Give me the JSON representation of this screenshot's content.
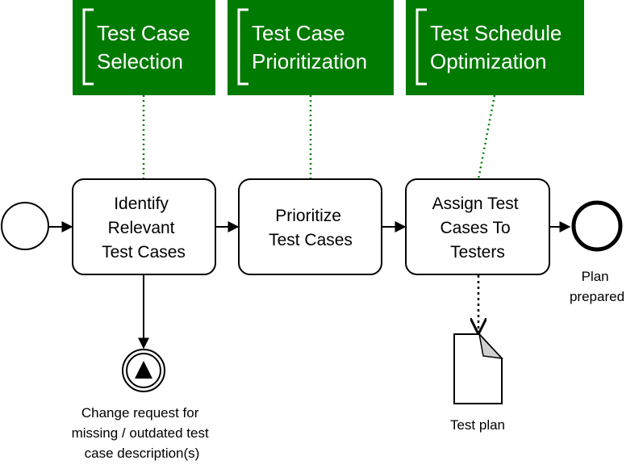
{
  "colors": {
    "annotation_fill": "#007a00",
    "annotation_text": "#ffffff",
    "stroke": "#000000",
    "association": "#008000"
  },
  "annotations": [
    {
      "lines": [
        "Test Case",
        "Selection"
      ]
    },
    {
      "lines": [
        "Test Case",
        "Prioritization"
      ]
    },
    {
      "lines": [
        "Test Schedule",
        "Optimization"
      ]
    }
  ],
  "tasks": [
    {
      "lines": [
        "Identify",
        "Relevant",
        "Test Cases"
      ]
    },
    {
      "lines": [
        "Prioritize",
        "Test Cases"
      ]
    },
    {
      "lines": [
        "Assign Test",
        "Cases To",
        "Testers"
      ]
    }
  ],
  "start_event": {
    "icon": "start-event-circle"
  },
  "end_event": {
    "lines": [
      "Plan",
      "prepared"
    ]
  },
  "escalation_event": {
    "icon": "escalation-triangle-icon",
    "lines": [
      "Change request for",
      "missing / outdated test",
      "case description(s)"
    ]
  },
  "data_object": {
    "icon": "document-icon",
    "label": "Test plan"
  }
}
